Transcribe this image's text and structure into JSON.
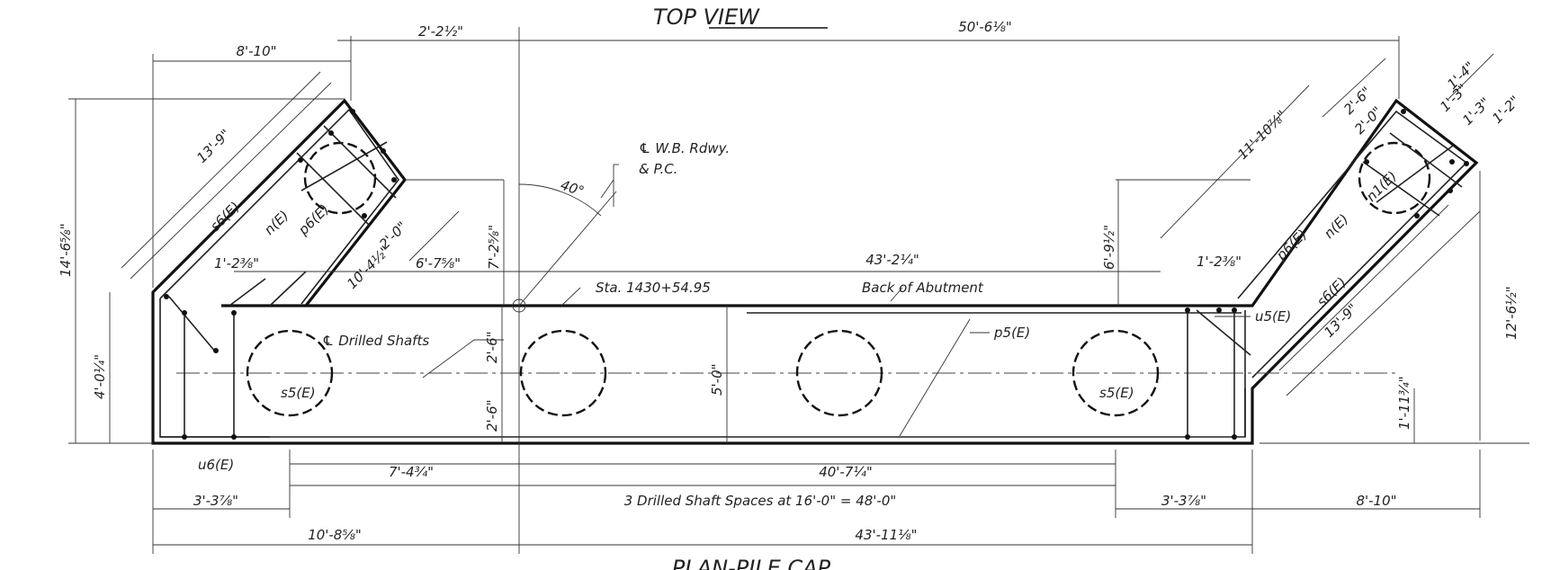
{
  "title": "TOP VIEW",
  "subtitle": "PLAN-PILE CAP",
  "labels": {
    "cl_rdwy": "℄ W.B. Rdwy.",
    "pc": "& P.C.",
    "angle": "40°",
    "station": "Sta. 1430+54.95",
    "back_of_abutment": "Back of Abutment",
    "cl_drilled_shafts": "℄ Drilled Shafts",
    "p5": "p5(E)",
    "u5": "u5(E)",
    "s5_right": "s5(E)",
    "s5_left": "s5(E)",
    "u6": "u6(E)",
    "s6_left": "s6(E)",
    "s6_right": "s6(E)",
    "n_left": "n(E)",
    "p6_left": "p6(E)",
    "n_right": "n(E)",
    "n1_right": "n1(E)",
    "p6_right": "p6(E)"
  },
  "dimensions": {
    "top_2_2": "2'-2½\"",
    "top_50_6": "50'-6⅛\"",
    "top_8_10": "8'-10\"",
    "left_14_6": "14'-6⅝\"",
    "left_13_9": "13'-9\"",
    "left_2_0": "2'-0\"",
    "left_1_2": "1'-2⅜\"",
    "left_10_4": "10'-4½\"",
    "mid_6_7": "6'-7⅝\"",
    "mid_7_2": "7'-2⅝\"",
    "mid_43_2": "43'-2¼\"",
    "right_6_9": "6'-9½\"",
    "right_11_10": "11'-10⅞\"",
    "right_2_6": "2'-6\"",
    "right_2_0": "2'-0\"",
    "right_1_4": "1'-4\"",
    "right_1_2": "1'-2\"",
    "right_1_3a": "1'-3\"",
    "right_1_3b": "1'-3\"",
    "right_1_2b": "1'-2⅜\"",
    "right_13_9": "13'-9\"",
    "right_12_6": "12'-6½\"",
    "right_1_11": "1'-11¾\"",
    "left_4_0": "4'-0¼\"",
    "cap_2_6a": "2'-6\"",
    "cap_2_6b": "2'-6\"",
    "cap_5_0": "5'-0\"",
    "bot_7_4": "7'-4¾\"",
    "bot_40_7": "40'-7¼\"",
    "bot_3_3_left": "3'-3⅞\"",
    "bot_spaces": "3 Drilled Shaft Spaces at 16'-0\" = 48'-0\"",
    "bot_3_3_right": "3'-3⅞\"",
    "bot_8_10": "8'-10\"",
    "bot_10_8": "10'-8⅝\"",
    "bot_43_11": "43'-11⅛\""
  }
}
